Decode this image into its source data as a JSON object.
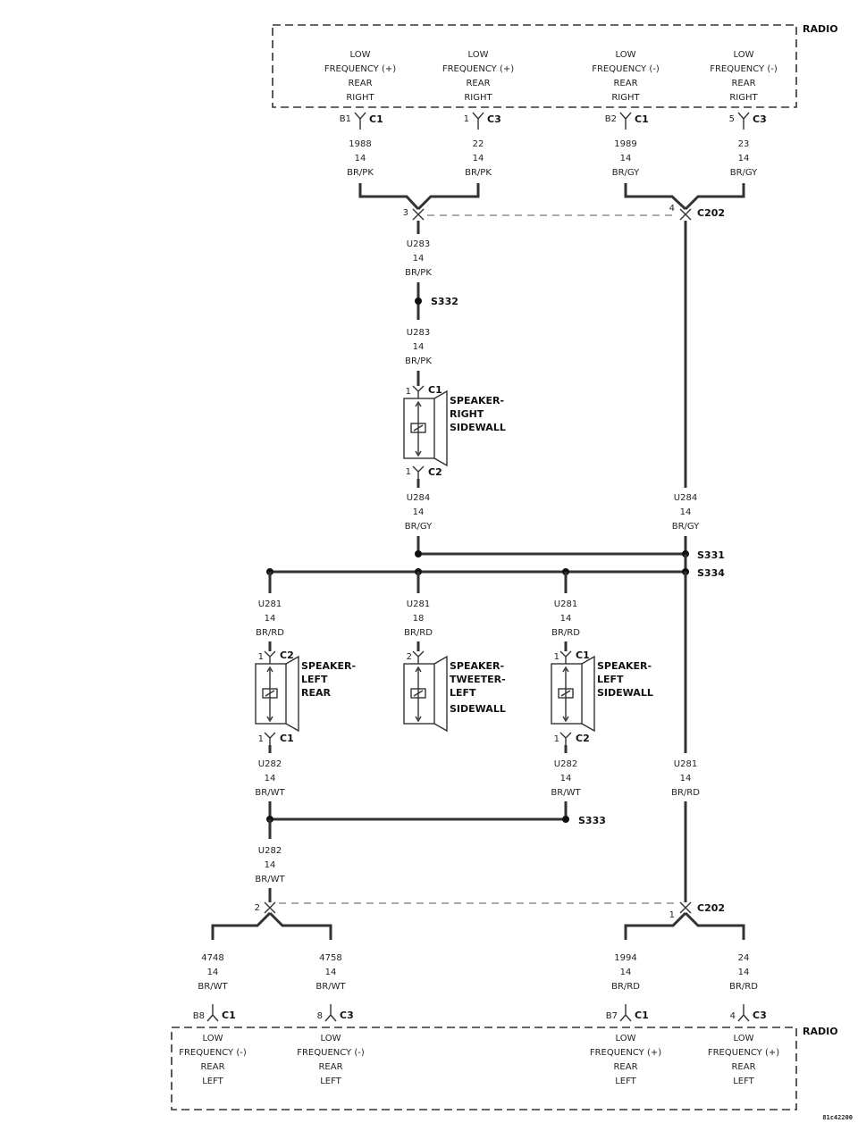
{
  "radio_top": {
    "label": "RADIO",
    "pins": [
      {
        "lines": [
          "LOW",
          "FREQUENCY (+)",
          "REAR",
          "RIGHT"
        ],
        "cavity": "B1",
        "connector": "C1",
        "circuit": "1988",
        "gauge": "14",
        "color": "BR/PK"
      },
      {
        "lines": [
          "LOW",
          "FREQUENCY (+)",
          "REAR",
          "RIGHT"
        ],
        "cavity": "1",
        "connector": "C3",
        "circuit": "22",
        "gauge": "14",
        "color": "BR/PK"
      },
      {
        "lines": [
          "LOW",
          "FREQUENCY (-)",
          "REAR",
          "RIGHT"
        ],
        "cavity": "B2",
        "connector": "C1",
        "circuit": "1989",
        "gauge": "14",
        "color": "BR/GY"
      },
      {
        "lines": [
          "LOW",
          "FREQUENCY (-)",
          "REAR",
          "RIGHT"
        ],
        "cavity": "5",
        "connector": "C3",
        "circuit": "23",
        "gauge": "14",
        "color": "BR/GY"
      }
    ]
  },
  "c202_top": {
    "left_cavity": "3",
    "right_cavity": "4",
    "label": "C202"
  },
  "wire_u283_a": {
    "circuit": "U283",
    "gauge": "14",
    "color": "BR/PK"
  },
  "splice_s332": "S332",
  "wire_u283_b": {
    "circuit": "U283",
    "gauge": "14",
    "color": "BR/PK"
  },
  "speaker_right_sidewall": {
    "lines": [
      "SPEAKER-",
      "RIGHT",
      "SIDEWALL"
    ],
    "top_cavity": "1",
    "top_connector": "C1",
    "bottom_cavity": "1",
    "bottom_connector": "C2"
  },
  "wire_u284_left": {
    "circuit": "U284",
    "gauge": "14",
    "color": "BR/GY"
  },
  "wire_u284_right": {
    "circuit": "U284",
    "gauge": "14",
    "color": "BR/GY"
  },
  "splice_s331": "S331",
  "splice_s334": "S334",
  "wire_u281_1": {
    "circuit": "U281",
    "gauge": "14",
    "color": "BR/RD"
  },
  "wire_u281_2": {
    "circuit": "U281",
    "gauge": "18",
    "color": "BR/RD"
  },
  "wire_u281_3": {
    "circuit": "U281",
    "gauge": "14",
    "color": "BR/RD"
  },
  "speaker_left_rear": {
    "lines": [
      "SPEAKER-",
      "LEFT",
      "REAR"
    ],
    "top_cavity": "1",
    "top_connector": "C2",
    "bottom_cavity": "1",
    "bottom_connector": "C1"
  },
  "speaker_tweeter": {
    "lines": [
      "SPEAKER-",
      "TWEETER-",
      "LEFT",
      "SIDEWALL"
    ],
    "top_cavity": "2"
  },
  "speaker_left_sidewall": {
    "lines": [
      "SPEAKER-",
      "LEFT",
      "SIDEWALL"
    ],
    "top_cavity": "1",
    "top_connector": "C1",
    "bottom_cavity": "1",
    "bottom_connector": "C2"
  },
  "wire_u282_1": {
    "circuit": "U282",
    "gauge": "14",
    "color": "BR/WT"
  },
  "wire_u282_2": {
    "circuit": "U282",
    "gauge": "14",
    "color": "BR/WT"
  },
  "wire_u281_right": {
    "circuit": "U281",
    "gauge": "14",
    "color": "BR/RD"
  },
  "splice_s333": "S333",
  "wire_u282_3": {
    "circuit": "U282",
    "gauge": "14",
    "color": "BR/WT"
  },
  "c202_bottom": {
    "left_cavity": "2",
    "right_cavity": "1",
    "label": "C202"
  },
  "radio_bottom": {
    "label": "RADIO",
    "pins": [
      {
        "lines": [
          "LOW",
          "FREQUENCY (-)",
          "REAR",
          "LEFT"
        ],
        "cavity": "B8",
        "connector": "C1",
        "circuit": "4748",
        "gauge": "14",
        "color": "BR/WT"
      },
      {
        "lines": [
          "LOW",
          "FREQUENCY (-)",
          "REAR",
          "LEFT"
        ],
        "cavity": "8",
        "connector": "C3",
        "circuit": "4758",
        "gauge": "14",
        "color": "BR/WT"
      },
      {
        "lines": [
          "LOW",
          "FREQUENCY (+)",
          "REAR",
          "LEFT"
        ],
        "cavity": "B7",
        "connector": "C1",
        "circuit": "1994",
        "gauge": "14",
        "color": "BR/RD"
      },
      {
        "lines": [
          "LOW",
          "FREQUENCY (+)",
          "REAR",
          "LEFT"
        ],
        "cavity": "4",
        "connector": "C3",
        "circuit": "24",
        "gauge": "14",
        "color": "BR/RD"
      }
    ]
  },
  "drawing_id": "81c42200"
}
